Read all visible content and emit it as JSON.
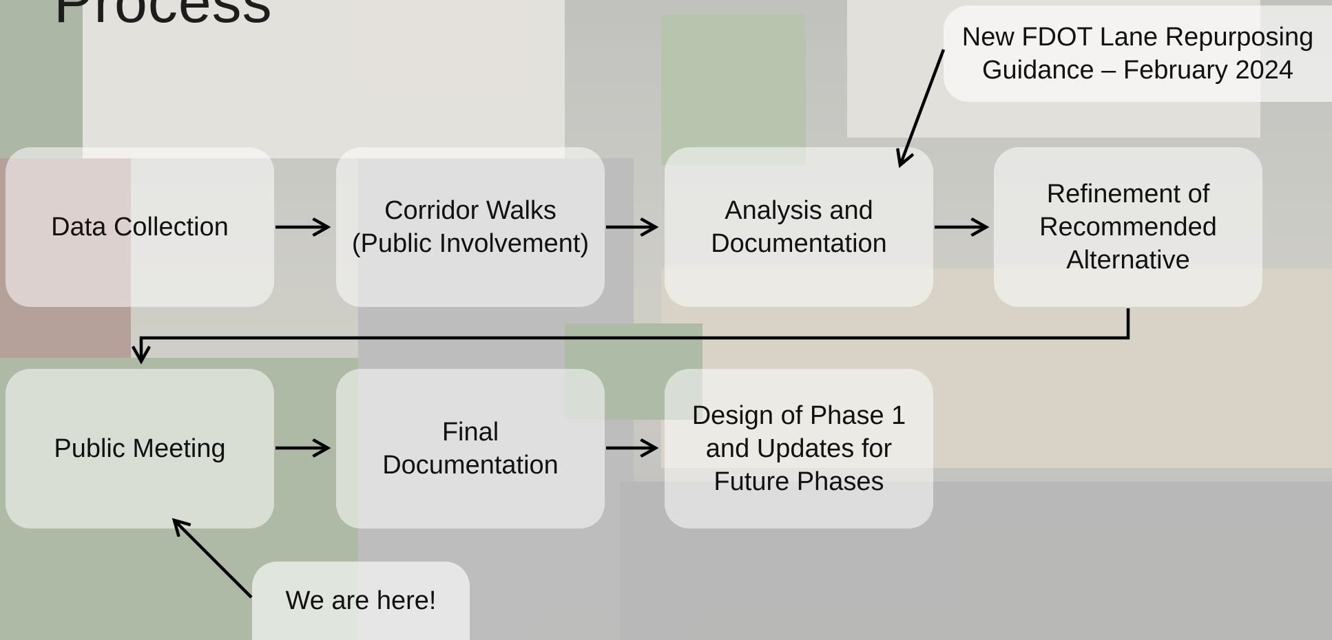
{
  "title": "Process",
  "steps": [
    {
      "lines": [
        "Data Collection"
      ]
    },
    {
      "lines": [
        "Corridor Walks",
        "(Public Involvement)"
      ]
    },
    {
      "lines": [
        "Analysis and",
        "Documentation"
      ]
    },
    {
      "lines": [
        "Refinement of",
        "Recommended",
        "Alternative"
      ]
    },
    {
      "lines": [
        "Public Meeting"
      ]
    },
    {
      "lines": [
        "Final",
        "Documentation"
      ]
    },
    {
      "lines": [
        "Design of Phase 1",
        "and Updates for",
        "Future Phases"
      ]
    }
  ],
  "callouts": {
    "fdot": {
      "lines": [
        "New FDOT Lane Repurposing",
        "Guidance – February 2024"
      ]
    },
    "here": {
      "lines": [
        "We are here!"
      ]
    }
  },
  "colors": {
    "arrow": "#000000",
    "box": "#ffffff"
  }
}
